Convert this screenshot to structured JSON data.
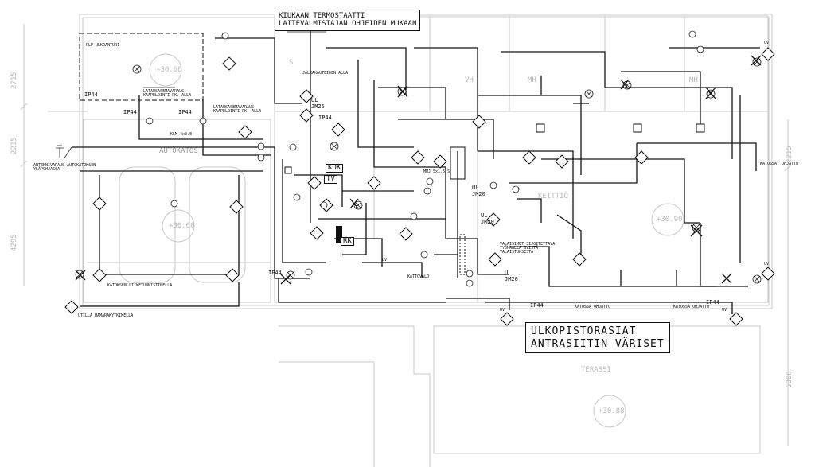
{
  "notes": {
    "thermostat_line1": "KIUKAAN TERMOSTAATTI",
    "thermostat_line2": "LAITEVALMISTAJAN OHJEIDEN MUKAAN",
    "outdoor_sockets_line1": "ULKOPISTORASIAT",
    "outdoor_sockets_line2": "ANTRASIITIN VÄRISET",
    "charging_pipe_1": "LATAUSASEMAVARAUS KAAPELOINTI PK. ALLA",
    "charging_pipe_2": "LATAUSASEMAVARAUS KAAPELOINTI PK. ALLA",
    "antenna_reservation": "ANTENNIVARAUS AUTOKATOKSEN YLÄPOHJASSA",
    "plp_outdoor": "PLP ULKOANTURI",
    "car_roof_lighting": "KATOKSEN LIIKETUNNISTIMELLA",
    "under_eaves": "JALKAKAUTEIDEN ALLA",
    "wall_light_note": "UTILLA HÄMÄRÄKYTKIMELLA",
    "fixture_note": "VALAISIMET SIJOITETTAVA TYÖMAALLA SYISTÄ VALAISTUKSESTA"
  },
  "rooms": {
    "carport": "AUTOKATOS",
    "terrace": "TERASSI",
    "kitchen": "KEITTIÖ",
    "mh1": "MH",
    "mh2": "MH",
    "vh": "VH",
    "kok": "KOK",
    "tv": "TV",
    "rk": "RK",
    "s": "S"
  },
  "levels": {
    "lvl_carport_top": "+30.60",
    "lvl_carport": "+30.60",
    "lvl_kitchen": "+30.90",
    "lvl_terrace": "+30.88"
  },
  "device_labels": {
    "ip44_1": "IP44",
    "ip44_2": "IP44",
    "ip44_3": "IP44",
    "ip44_4": "IP44",
    "ip44_5": "IP44",
    "ip44_6": "IP44",
    "ip44_7": "IP44",
    "ul_jm25_a": "UL",
    "ul_jm25_b": "JM25",
    "ul_jm20_a": "UL",
    "ul_jm20_b": "JM20",
    "ul_jm20_c": "UL",
    "ul_jm20_d": "JM20",
    "ul_jm20_e": "UL",
    "ul_jm20_f": "JM20",
    "uv_1": "UV",
    "uv_2": "UV",
    "uv_3": "UV",
    "uv_4": "UV",
    "uv_5": "UV"
  },
  "dimensions": {
    "d_2715": "2715",
    "d_2215": "2215",
    "d_4295": "4295",
    "d_5000": "5000",
    "d_2215_right": "2215"
  },
  "callouts": {
    "katossa_ohjattu_1": "KATOSSA, OHJATTU",
    "katossa_ohjattu_2": "KATOSSA OHJATTU",
    "katossa_ohjattu_3": "KATOSSA OHJATTU",
    "kattovalo": "KATTOVALO",
    "klm": "KLM 4x0.8",
    "mmj": "MMJ 5x1.5 S"
  },
  "colors": {
    "line": "#141414",
    "architecture": "#c8c8c8",
    "background": "#ffffff"
  }
}
